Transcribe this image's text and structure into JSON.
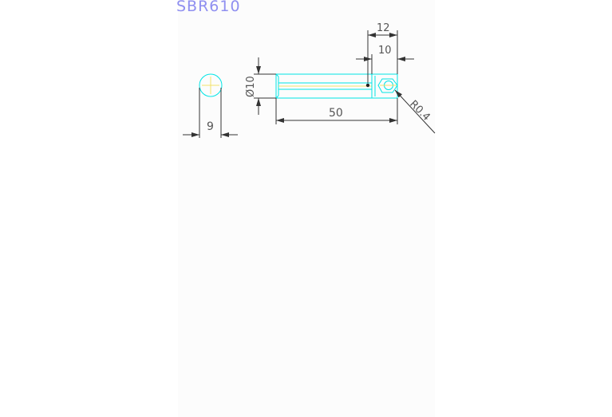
{
  "drawing": {
    "title": "SBR610",
    "dimensions": {
      "end_diameter": "9",
      "shaft_diameter": "Ø10",
      "length": "50",
      "outer_offset": "12",
      "inner_offset": "10",
      "radius": "R0.4"
    }
  },
  "colors": {
    "outline": "#00e5e5",
    "center_line": "#f2e26a",
    "dimension": "#333333",
    "title": "#8f8ff0",
    "sheet": "#fcfcfc"
  }
}
